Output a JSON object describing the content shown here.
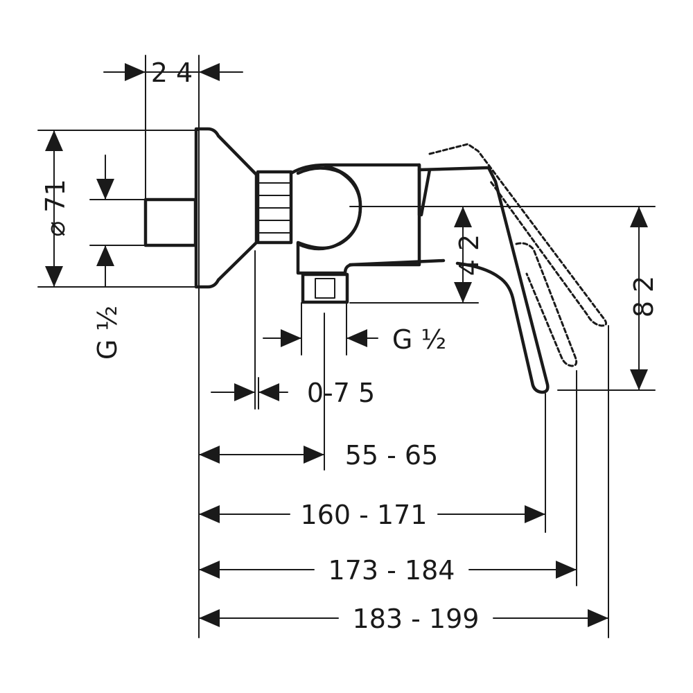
{
  "dimensions": {
    "flange_depth": "2 4",
    "flange_diameter": "⌀  71",
    "inlet_thread_left": "G ½",
    "outlet_thread": "G ½",
    "body_height_offset": "4 2",
    "lever_height": "8 2",
    "wall_offset": "0-7 5",
    "inlet_spacing": "55 - 65",
    "projection_lever_down": "160 - 171",
    "projection_lever_mid": "173 - 184",
    "projection_lever_up": "183 - 199"
  },
  "colors": {
    "line": "#1a1a1a",
    "background": "#ffffff"
  }
}
